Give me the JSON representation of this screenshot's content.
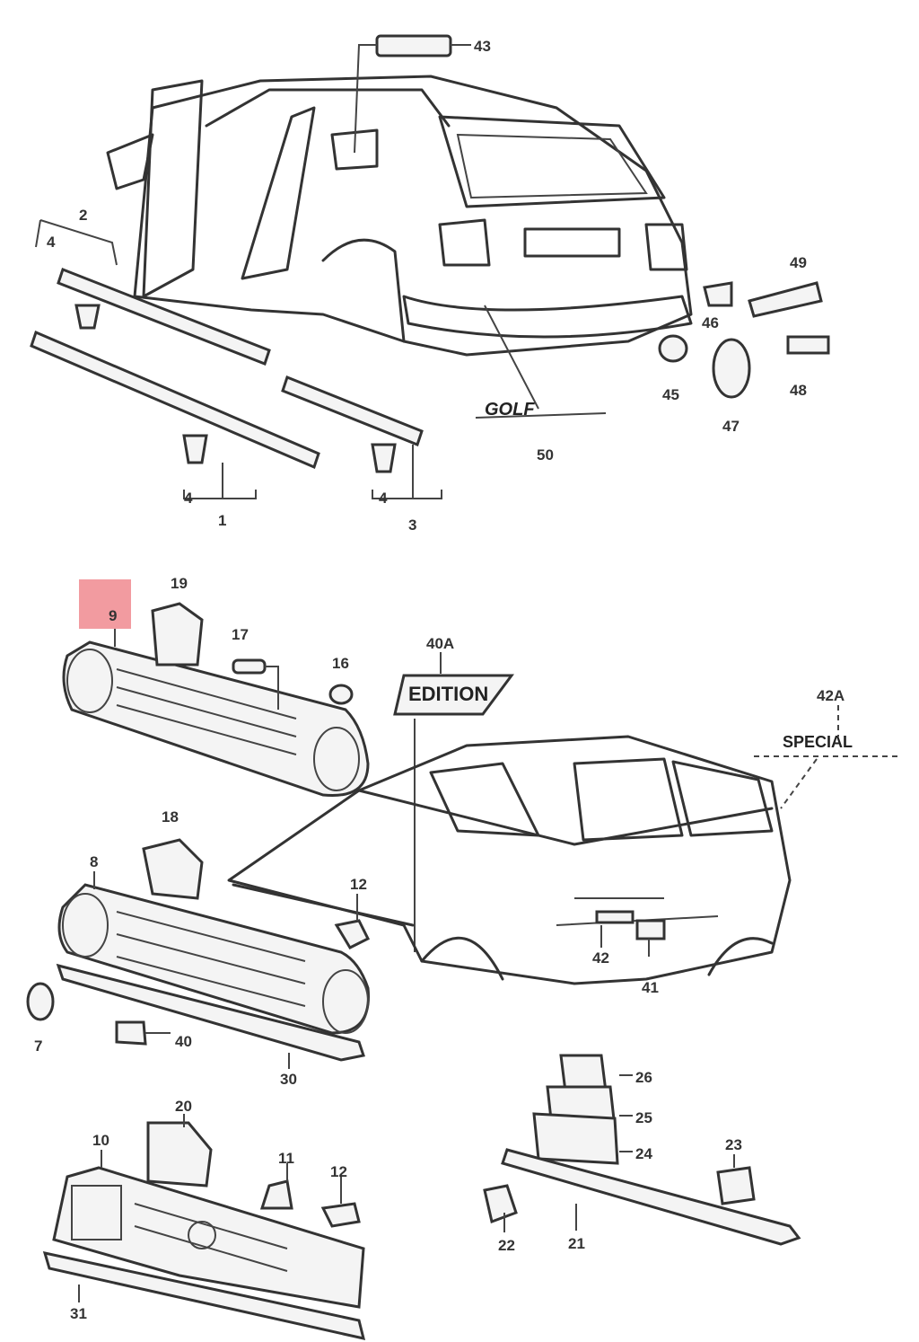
{
  "diagram": {
    "highlight_color": "#f08a8f",
    "selected_part": "9",
    "emblems": {
      "edition": "EDITION",
      "special": "SPECIAL",
      "badge_50": "GOLF"
    },
    "labels": {
      "p43": "43",
      "p2": "2",
      "p4a": "4",
      "p4b": "4",
      "p4c": "4",
      "p1": "1",
      "p3": "3",
      "p49": "49",
      "p46": "46",
      "p45": "45",
      "p47": "47",
      "p48": "48",
      "p50": "50",
      "p9": "9",
      "p19": "19",
      "p17": "17",
      "p16": "16",
      "p40A": "40A",
      "p42A": "42A",
      "p18": "18",
      "p8": "8",
      "p12a": "12",
      "p42": "42",
      "p41": "41",
      "p7": "7",
      "p40": "40",
      "p30": "30",
      "p26": "26",
      "p25": "25",
      "p24": "24",
      "p23": "23",
      "p20": "20",
      "p10": "10",
      "p11": "11",
      "p12b": "12",
      "p22": "22",
      "p21": "21",
      "p31": "31"
    }
  }
}
